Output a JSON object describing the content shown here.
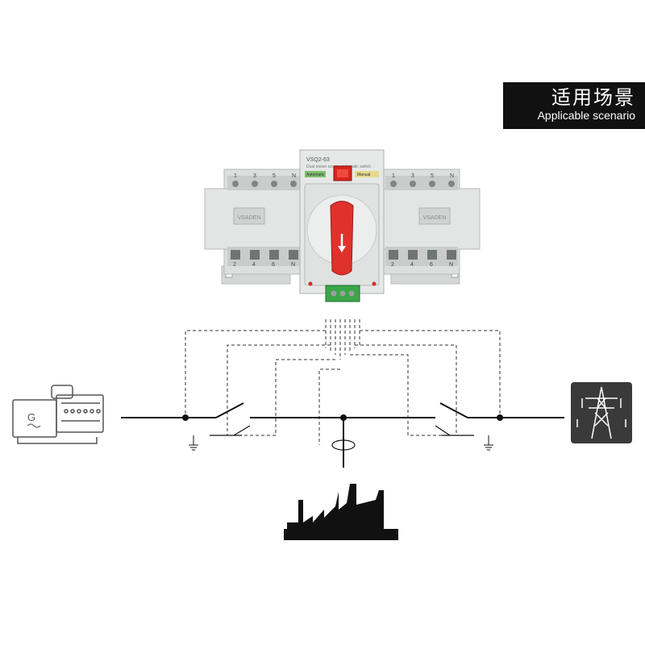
{
  "banner": {
    "title_cn": "适用场景",
    "title_en": "Applicable scenario"
  },
  "device": {
    "model": "VSQ2-63",
    "description": "Dual power source automatic switch",
    "mode_left": "Automatic",
    "mode_right": "Manual",
    "brand": "VSADEN",
    "top_terminals": [
      "1",
      "3",
      "5",
      "N"
    ],
    "bottom_terminals": [
      "2",
      "4",
      "6",
      "N"
    ]
  },
  "generator": {
    "symbol": "G"
  },
  "colors": {
    "banner_bg": "#111111",
    "handle_red": "#e0312b",
    "body_gray": "#d9dcdb",
    "terminal_green": "#3aa648"
  }
}
